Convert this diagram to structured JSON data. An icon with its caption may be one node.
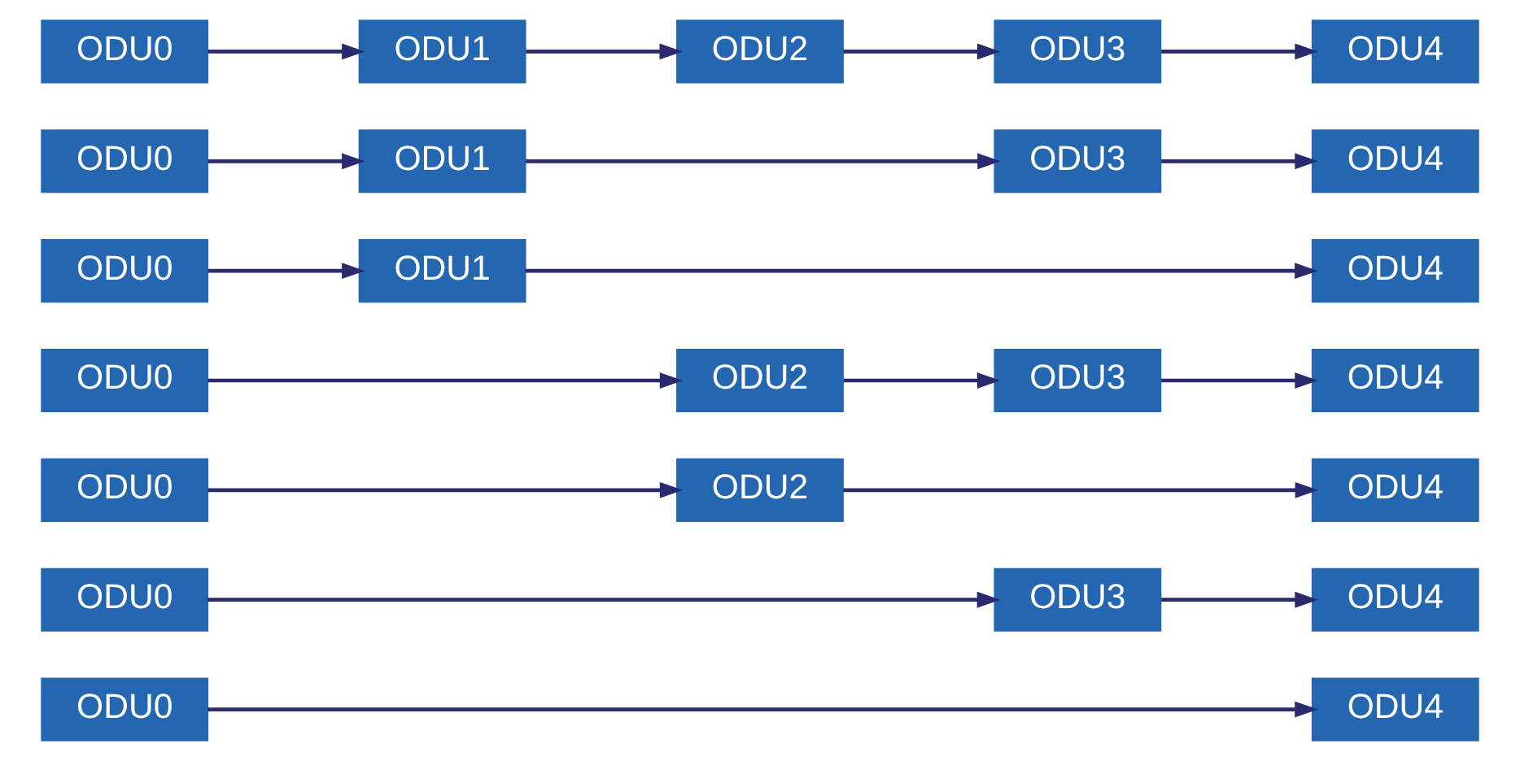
{
  "diagram": {
    "nodes": [
      {
        "text": [
          "ODU0"
        ]
      },
      {
        "text": [
          "ODU1"
        ]
      },
      {
        "text": [
          "ODU2"
        ]
      },
      {
        "text": [
          "ODU3"
        ]
      },
      {
        "text": [
          "ODU4"
        ]
      },
      {
        "text": [
          "ODU0"
        ]
      },
      {
        "text": [
          "ODU1"
        ]
      },
      {
        "text": [
          "ODU3"
        ]
      },
      {
        "text": [
          "ODU4"
        ]
      },
      {
        "text": [
          "ODU0"
        ]
      },
      {
        "text": [
          "ODU1"
        ]
      },
      {
        "text": [
          "ODU4"
        ]
      },
      {
        "text": [
          "ODU0"
        ]
      },
      {
        "text": [
          "ODU2"
        ]
      },
      {
        "text": [
          "ODU3"
        ]
      },
      {
        "text": [
          "ODU4"
        ]
      },
      {
        "text": [
          "ODU0"
        ]
      },
      {
        "text": [
          "ODU2"
        ]
      },
      {
        "text": [
          "ODU4"
        ]
      },
      {
        "text": [
          "ODU0"
        ]
      },
      {
        "text": [
          "ODU3"
        ]
      },
      {
        "text": [
          "ODU4"
        ]
      },
      {
        "text": [
          "ODU0"
        ]
      },
      {
        "text": [
          "ODU4"
        ]
      }
    ],
    "edges": [
      {
        "from": 0,
        "to": 1,
        "arrow": "to"
      },
      {
        "from": 1,
        "to": 2,
        "arrow": "to"
      },
      {
        "from": 2,
        "to": 3,
        "arrow": "to"
      },
      {
        "from": 3,
        "to": 4,
        "arrow": "to"
      },
      {
        "from": 5,
        "to": 6,
        "arrow": "to"
      },
      {
        "from": 6,
        "to": 7,
        "arrow": "to"
      },
      {
        "from": 7,
        "to": 8,
        "arrow": "to"
      },
      {
        "from": 9,
        "to": 10,
        "arrow": "to"
      },
      {
        "from": 10,
        "to": 11,
        "arrow": "to"
      },
      {
        "from": 12,
        "to": 13,
        "arrow": "to"
      },
      {
        "from": 13,
        "to": 14,
        "arrow": "to"
      },
      {
        "from": 14,
        "to": 15,
        "arrow": "to"
      },
      {
        "from": 16,
        "to": 17,
        "arrow": "to"
      },
      {
        "from": 17,
        "to": 18,
        "arrow": "to"
      },
      {
        "from": 19,
        "to": 20,
        "arrow": "to"
      },
      {
        "from": 20,
        "to": 21,
        "arrow": "to"
      },
      {
        "from": 22,
        "to": 23,
        "arrow": "to"
      }
    ]
  }
}
